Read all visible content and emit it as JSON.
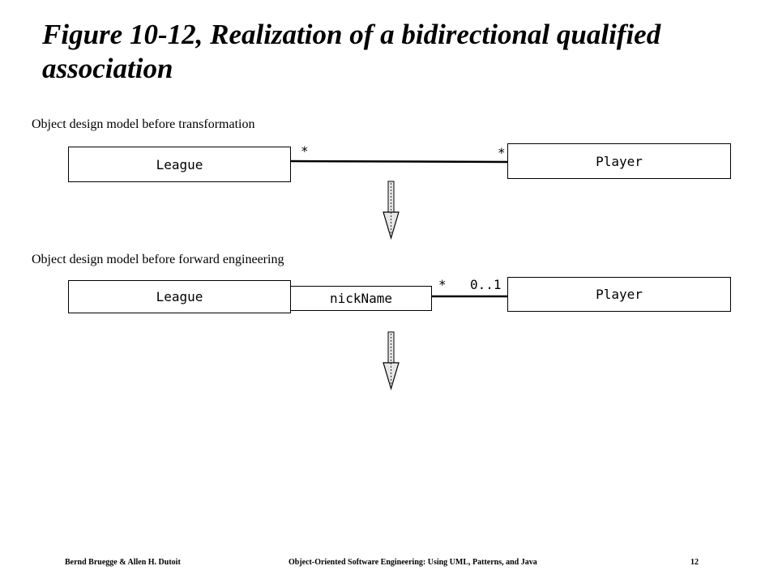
{
  "title": "Figure 10-12, Realization of a bidirectional qualified association",
  "diagram_1": {
    "caption": "Object design model before transformation",
    "left_class": "League",
    "right_class": "Player",
    "left_multiplicity": "*",
    "right_multiplicity": "*"
  },
  "diagram_2": {
    "caption": "Object design model before forward engineering",
    "left_class": "League",
    "qualifier": "nickName",
    "right_class": "Player",
    "left_multiplicity": "*",
    "right_multiplicity": "0..1"
  },
  "footer": {
    "authors": "Bernd Bruegge & Allen H. Dutoit",
    "book": "Object-Oriented Software Engineering: Using UML, Patterns, and Java",
    "page": "12"
  }
}
